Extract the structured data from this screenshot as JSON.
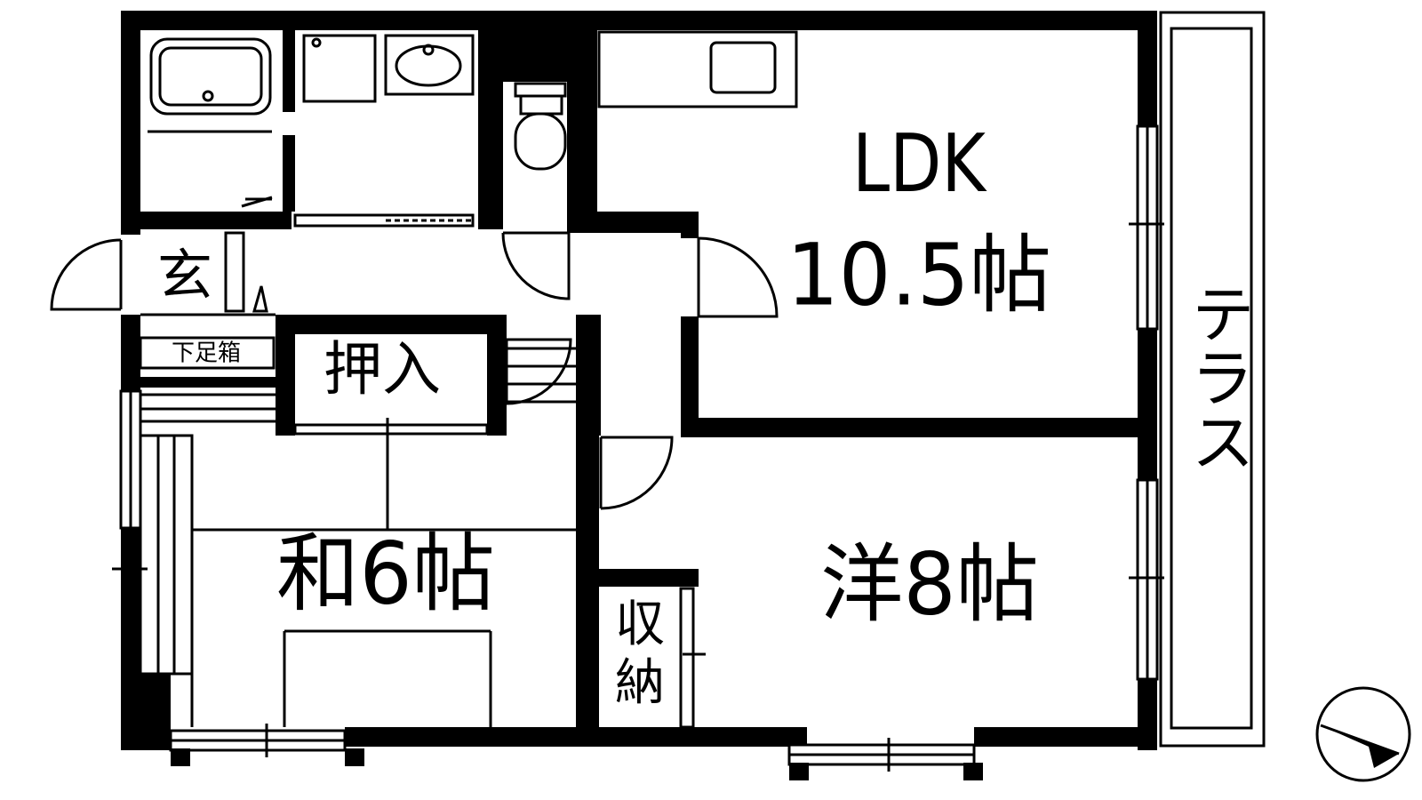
{
  "floor_plan": {
    "rooms": {
      "ldk_name": "LDK",
      "ldk_size": "10.5帖",
      "western_room": "洋8帖",
      "japanese_room": "和6帖",
      "terrace": "テラス",
      "entrance": "玄",
      "shoe_box": "下足箱",
      "oshiire": "押入",
      "storage_top": "収",
      "storage_bottom": "納"
    },
    "compass": {
      "icon": "north-arrow-icon"
    }
  }
}
